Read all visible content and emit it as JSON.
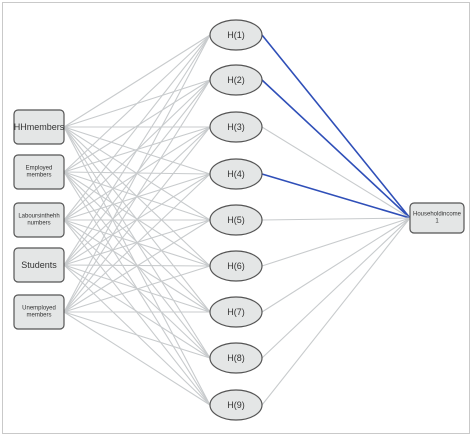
{
  "diagram": {
    "inputs": [
      {
        "label": "HHmembers"
      },
      {
        "label": "Employed\nmembers"
      },
      {
        "label": "Laboursinthehh\nnumbers"
      },
      {
        "label": "Students"
      },
      {
        "label": "Unemployed\nmembers"
      }
    ],
    "hidden": [
      {
        "label": "H(1)"
      },
      {
        "label": "H(2)"
      },
      {
        "label": "H(3)"
      },
      {
        "label": "H(4)"
      },
      {
        "label": "H(5)"
      },
      {
        "label": "H(6)"
      },
      {
        "label": "H(7)"
      },
      {
        "label": "H(8)"
      },
      {
        "label": "H(9)"
      }
    ],
    "output": {
      "label": "Householdincome\n1"
    },
    "highlighted_hidden": [
      "H(1)",
      "H(2)",
      "H(4)"
    ],
    "colors": {
      "edge": "#c8cbcd",
      "highlight_edge": "#2f4fb8",
      "node_fill": "#e4e6e6",
      "node_stroke": "#555555",
      "frame": "#c9c9c9"
    }
  }
}
